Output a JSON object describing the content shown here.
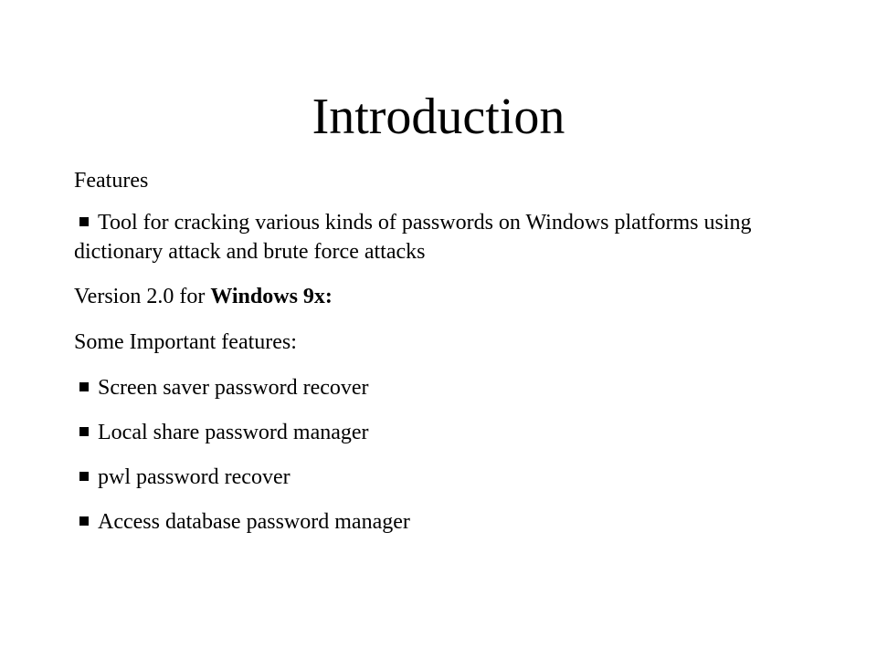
{
  "slide": {
    "title": "Introduction",
    "heading": "Features",
    "intro_bullet": "Tool for cracking various kinds of passwords on Windows platforms using dictionary attack and brute force attacks",
    "version_prefix": "Version 2.0 for ",
    "version_bold": "Windows 9x:",
    "subheading": "Some Important features:",
    "features": [
      "Screen saver password recover",
      "Local share password manager",
      "pwl password recover",
      "Access database password manager"
    ],
    "bullet_icon": "square-bullet-icon"
  }
}
